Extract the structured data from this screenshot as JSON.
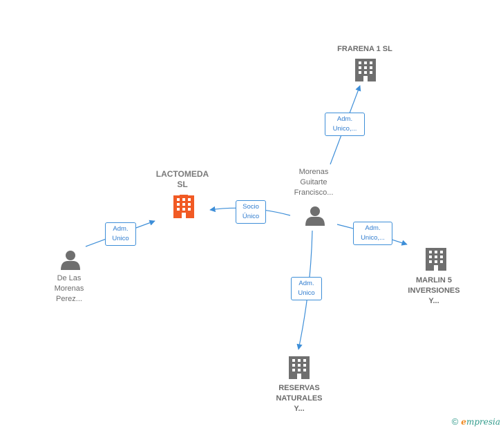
{
  "nodes": {
    "lactomeda": {
      "name": "LACTOMEDA\nSL",
      "type": "company",
      "color": "#f15a24"
    },
    "frarena": {
      "name": "FRARENA 1  SL",
      "type": "company",
      "color": "#6f6f6f"
    },
    "marlin": {
      "name": "MARLIN 5\nINVERSIONES\nY...",
      "type": "company",
      "color": "#6f6f6f"
    },
    "reservas": {
      "name": "RESERVAS\nNATURALES\nY...",
      "type": "company",
      "color": "#6f6f6f"
    },
    "morenas": {
      "name": "Morenas\nGuitarte\nFrancisco...",
      "type": "person",
      "color": "#6f6f6f"
    },
    "delas": {
      "name": "De Las\nMorenas\nPerez...",
      "type": "person",
      "color": "#6f6f6f"
    }
  },
  "edges": {
    "delas_lactomeda": "Adm.\nUnico",
    "morenas_lactomeda": "Socio\nÚnico",
    "morenas_frarena": "Adm.\nUnico,...",
    "morenas_marlin": "Adm.\nUnico,...",
    "morenas_reservas": "Adm.\nUnico"
  },
  "watermark": {
    "copyright": "©",
    "brand_first": "e",
    "brand_rest": "mpresia"
  },
  "colors": {
    "edge": "#3d8ed8",
    "accent": "#f15a24",
    "icon": "#6f6f6f"
  }
}
